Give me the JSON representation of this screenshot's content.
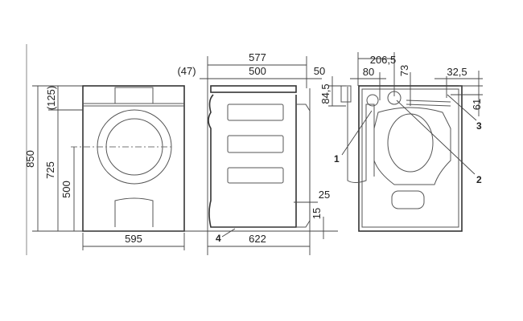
{
  "front_view": {
    "dims": {
      "total_height": "850",
      "body_height": "725",
      "top_height": "(125)",
      "door_center_height": "500",
      "width": "595"
    }
  },
  "side_view": {
    "dims": {
      "depth_total": "577",
      "depth_body": "500",
      "front_protrusion": "(47)",
      "rear_protrusion": "50",
      "depth_with_door": "622",
      "rear_gap": "25",
      "foot_height": "15"
    },
    "callout": "4"
  },
  "rear_view": {
    "dims": {
      "offset_2065": "206,5",
      "offset_80": "80",
      "offset_73": "73",
      "offset_845": "84,5",
      "offset_325": "32,5",
      "offset_61": "61"
    },
    "callouts": [
      "1",
      "2",
      "3"
    ]
  }
}
